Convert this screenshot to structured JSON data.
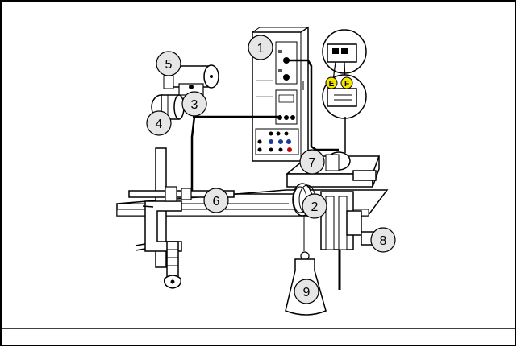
{
  "callouts": [
    {
      "id": "1",
      "label": "1"
    },
    {
      "id": "2",
      "label": "2"
    },
    {
      "id": "3",
      "label": "3"
    },
    {
      "id": "4",
      "label": "4"
    },
    {
      "id": "5",
      "label": "5"
    },
    {
      "id": "6",
      "label": "6"
    },
    {
      "id": "7",
      "label": "7"
    },
    {
      "id": "8",
      "label": "8"
    },
    {
      "id": "9",
      "label": "9"
    }
  ],
  "connectors": {
    "e": "E",
    "f": "F"
  },
  "colors": {
    "callout_fill": "#e6e6e6",
    "connector_badge": "#f5e600",
    "stroke": "#000000",
    "red_socket": "#cc0000",
    "blue_socket": "#1a3a9a"
  }
}
